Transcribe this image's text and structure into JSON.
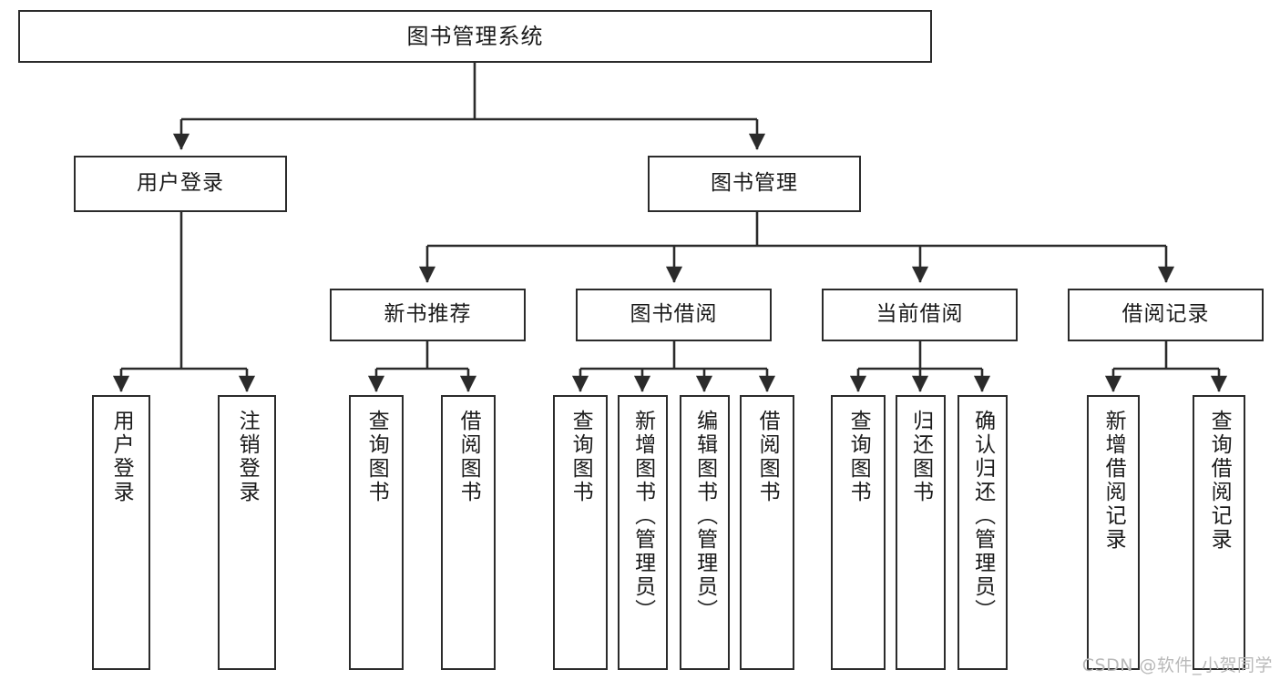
{
  "diagram": {
    "title": "图书管理系统",
    "type": "tree",
    "watermark": "CSDN @软件_小贺同学",
    "colors": {
      "box_border": "#2b2b2b",
      "box_fill": "#ffffff",
      "connector": "#2b2b2b",
      "text": "#1a1a1a",
      "watermark": "#b9b9b9",
      "background": "#ffffff"
    },
    "levels": {
      "root": {
        "label": "图书管理系统"
      },
      "level2": [
        {
          "label": "用户登录"
        },
        {
          "label": "图书管理"
        }
      ],
      "level3": [
        {
          "label": "新书推荐"
        },
        {
          "label": "图书借阅"
        },
        {
          "label": "当前借阅"
        },
        {
          "label": "借阅记录"
        }
      ],
      "leaves": [
        {
          "label": "用户登录"
        },
        {
          "label": "注销登录"
        },
        {
          "label": "查询图书"
        },
        {
          "label": "借阅图书"
        },
        {
          "label": "查询图书"
        },
        {
          "label": "新增图书（管理员）"
        },
        {
          "label": "编辑图书（管理员）"
        },
        {
          "label": "借阅图书"
        },
        {
          "label": "查询图书"
        },
        {
          "label": "归还图书"
        },
        {
          "label": "确认归还（管理员）"
        },
        {
          "label": "新增借阅记录"
        },
        {
          "label": "查询借阅记录"
        }
      ]
    },
    "tree": {
      "label": "图书管理系统",
      "children": [
        {
          "label": "用户登录",
          "children": [
            {
              "label": "用户登录"
            },
            {
              "label": "注销登录"
            }
          ]
        },
        {
          "label": "图书管理",
          "children": [
            {
              "label": "新书推荐",
              "children": [
                {
                  "label": "查询图书"
                },
                {
                  "label": "借阅图书"
                }
              ]
            },
            {
              "label": "图书借阅",
              "children": [
                {
                  "label": "查询图书"
                },
                {
                  "label": "新增图书（管理员）"
                },
                {
                  "label": "编辑图书（管理员）"
                },
                {
                  "label": "借阅图书"
                }
              ]
            },
            {
              "label": "当前借阅",
              "children": [
                {
                  "label": "查询图书"
                },
                {
                  "label": "归还图书"
                },
                {
                  "label": "确认归还（管理员）"
                }
              ]
            },
            {
              "label": "借阅记录",
              "children": [
                {
                  "label": "新增借阅记录"
                },
                {
                  "label": "查询借阅记录"
                }
              ]
            }
          ]
        }
      ]
    }
  }
}
